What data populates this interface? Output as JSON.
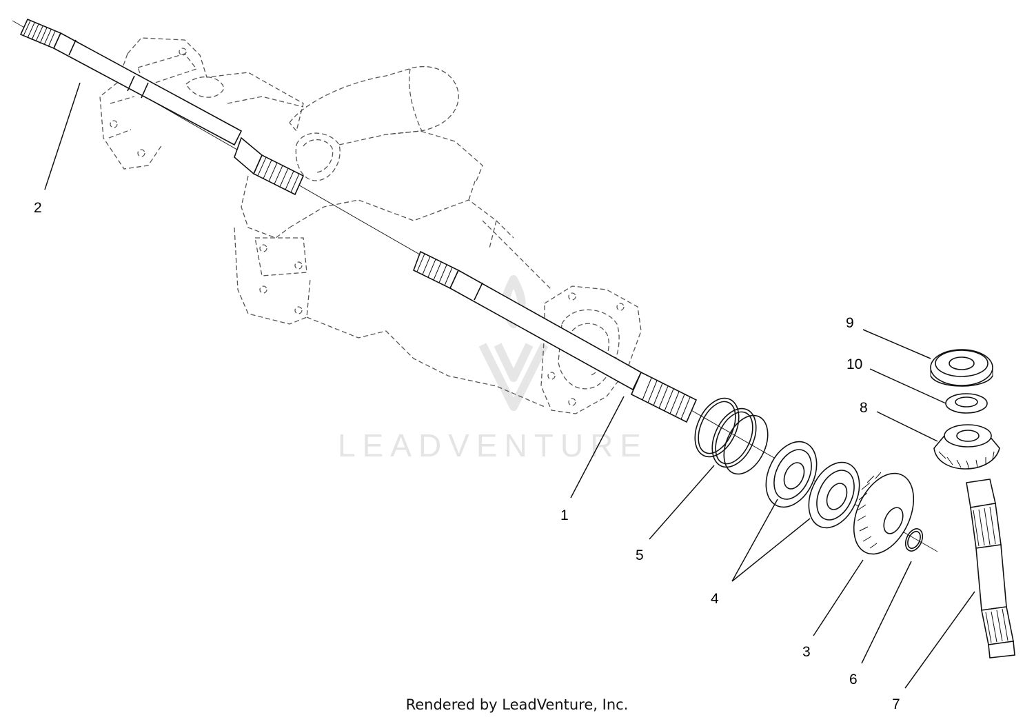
{
  "diagram": {
    "callouts": [
      "1",
      "2",
      "3",
      "4",
      "5",
      "6",
      "7",
      "8",
      "9",
      "10"
    ],
    "watermark": "LEADVENTURE",
    "footer": "Rendered by LeadVenture, Inc."
  }
}
